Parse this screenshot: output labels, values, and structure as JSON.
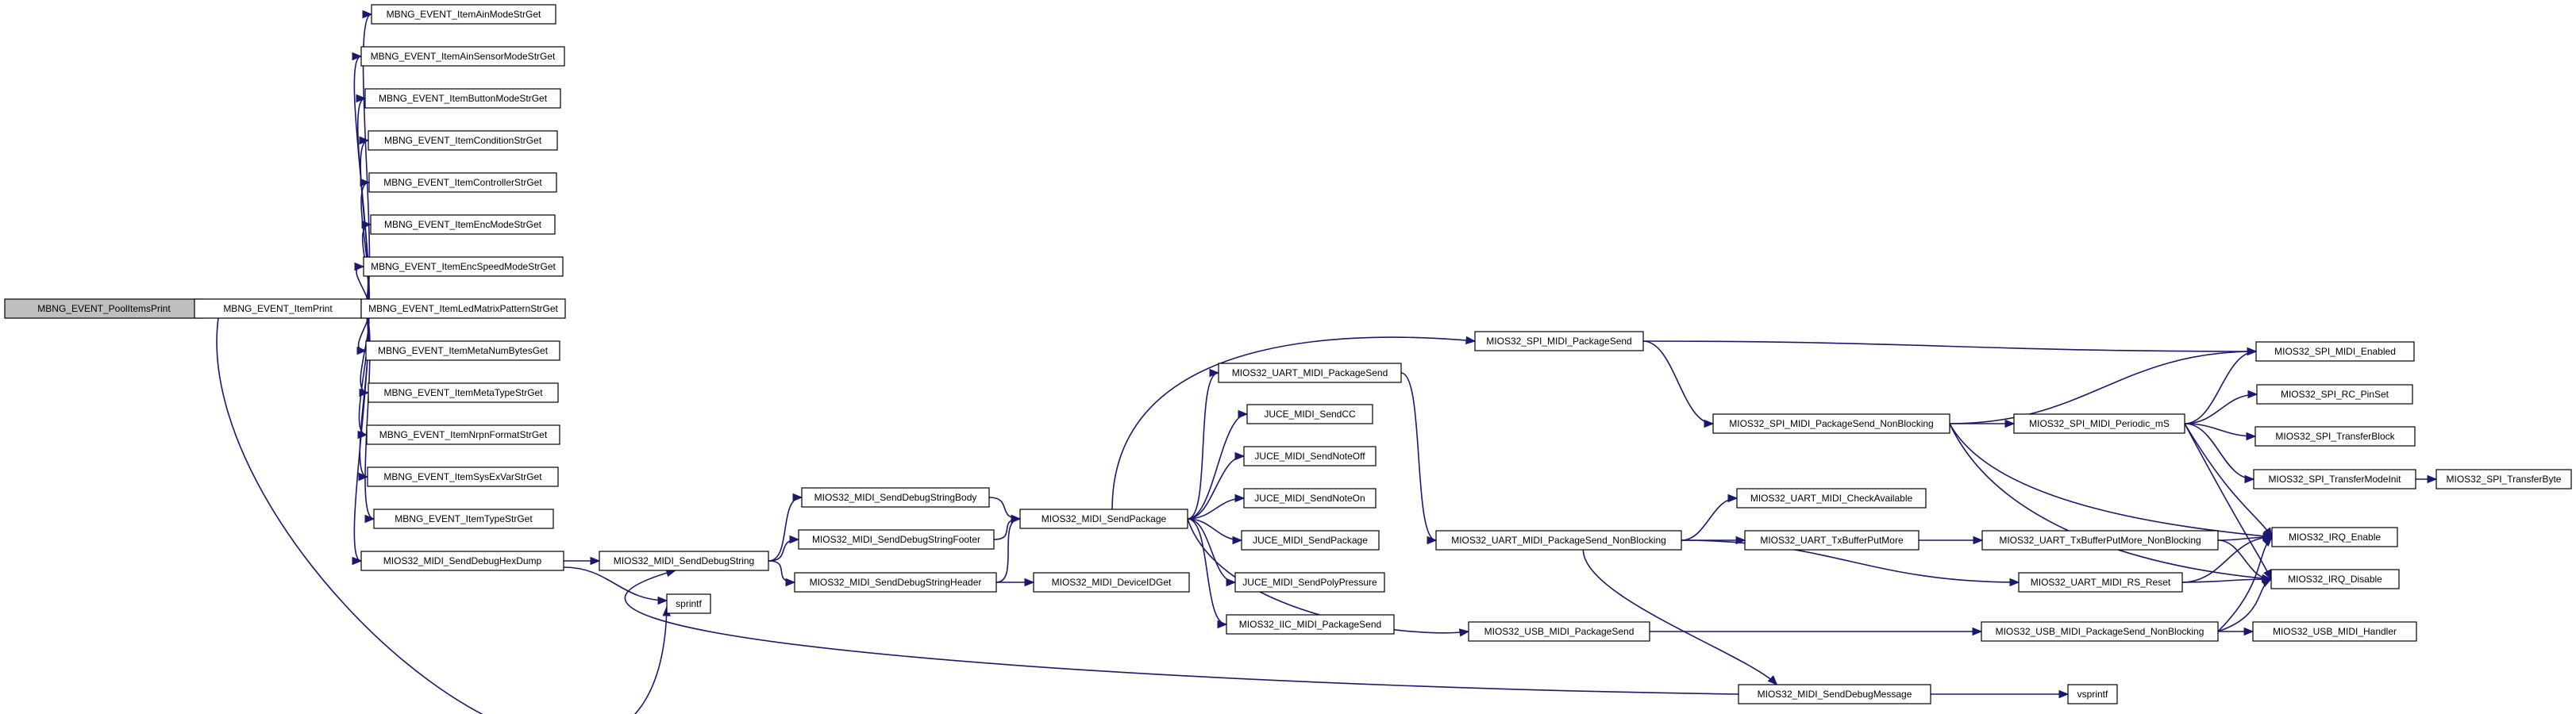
{
  "colors": {
    "edge": "#191970",
    "node_fill": "#ffffff",
    "root_fill": "#bfbfbf",
    "node_border": "#000000"
  },
  "nodes": [
    {
      "id": "root",
      "label": "MBNG_EVENT_PoolItemsPrint"
    },
    {
      "id": "itemprint",
      "label": "MBNG_EVENT_ItemPrint"
    },
    {
      "id": "ainmode",
      "label": "MBNG_EVENT_ItemAinModeStrGet"
    },
    {
      "id": "ainsensor",
      "label": "MBNG_EVENT_ItemAinSensorModeStrGet"
    },
    {
      "id": "buttonmode",
      "label": "MBNG_EVENT_ItemButtonModeStrGet"
    },
    {
      "id": "condition",
      "label": "MBNG_EVENT_ItemConditionStrGet"
    },
    {
      "id": "controller",
      "label": "MBNG_EVENT_ItemControllerStrGet"
    },
    {
      "id": "encmode",
      "label": "MBNG_EVENT_ItemEncModeStrGet"
    },
    {
      "id": "encspeed",
      "label": "MBNG_EVENT_ItemEncSpeedModeStrGet"
    },
    {
      "id": "ledmatrix",
      "label": "MBNG_EVENT_ItemLedMatrixPatternStrGet"
    },
    {
      "id": "metanum",
      "label": "MBNG_EVENT_ItemMetaNumBytesGet"
    },
    {
      "id": "metatype",
      "label": "MBNG_EVENT_ItemMetaTypeStrGet"
    },
    {
      "id": "nrpn",
      "label": "MBNG_EVENT_ItemNrpnFormatStrGet"
    },
    {
      "id": "sysexvar",
      "label": "MBNG_EVENT_ItemSysExVarStrGet"
    },
    {
      "id": "typestr",
      "label": "MBNG_EVENT_ItemTypeStrGet"
    },
    {
      "id": "hexdump",
      "label": "MIOS32_MIDI_SendDebugHexDump"
    },
    {
      "id": "sprintf",
      "label": "sprintf"
    },
    {
      "id": "dbgstring",
      "label": "MIOS32_MIDI_SendDebugString"
    },
    {
      "id": "dbgbody",
      "label": "MIOS32_MIDI_SendDebugStringBody"
    },
    {
      "id": "dbgfooter",
      "label": "MIOS32_MIDI_SendDebugStringFooter"
    },
    {
      "id": "dbgheader",
      "label": "MIOS32_MIDI_SendDebugStringHeader"
    },
    {
      "id": "sendpackage",
      "label": "MIOS32_MIDI_SendPackage"
    },
    {
      "id": "deviceid",
      "label": "MIOS32_MIDI_DeviceIDGet"
    },
    {
      "id": "uartsend",
      "label": "MIOS32_UART_MIDI_PackageSend"
    },
    {
      "id": "juce_cc",
      "label": "JUCE_MIDI_SendCC"
    },
    {
      "id": "juce_noteoff",
      "label": "JUCE_MIDI_SendNoteOff"
    },
    {
      "id": "juce_noteon",
      "label": "JUCE_MIDI_SendNoteOn"
    },
    {
      "id": "juce_package",
      "label": "JUCE_MIDI_SendPackage"
    },
    {
      "id": "juce_poly",
      "label": "JUCE_MIDI_SendPolyPressure"
    },
    {
      "id": "iic_send",
      "label": "MIOS32_IIC_MIDI_PackageSend"
    },
    {
      "id": "spi_send",
      "label": "MIOS32_SPI_MIDI_PackageSend"
    },
    {
      "id": "uart_nb",
      "label": "MIOS32_UART_MIDI_PackageSend_NonBlocking"
    },
    {
      "id": "usb_send",
      "label": "MIOS32_USB_MIDI_PackageSend"
    },
    {
      "id": "dbgmessage",
      "label": "MIOS32_MIDI_SendDebugMessage"
    },
    {
      "id": "spi_nb",
      "label": "MIOS32_SPI_MIDI_PackageSend_NonBlocking"
    },
    {
      "id": "uart_checkavail",
      "label": "MIOS32_UART_MIDI_CheckAvailable"
    },
    {
      "id": "uart_txput",
      "label": "MIOS32_UART_TxBufferPutMore"
    },
    {
      "id": "spi_periodic",
      "label": "MIOS32_SPI_MIDI_Periodic_mS"
    },
    {
      "id": "uart_txput_nb",
      "label": "MIOS32_UART_TxBufferPutMore_NonBlocking"
    },
    {
      "id": "uart_rsreset",
      "label": "MIOS32_UART_MIDI_RS_Reset"
    },
    {
      "id": "usb_nb",
      "label": "MIOS32_USB_MIDI_PackageSend_NonBlocking"
    },
    {
      "id": "vsprintf",
      "label": "vsprintf"
    },
    {
      "id": "spi_enabled",
      "label": "MIOS32_SPI_MIDI_Enabled"
    },
    {
      "id": "spi_rcpin",
      "label": "MIOS32_SPI_RC_PinSet"
    },
    {
      "id": "spi_transferblock",
      "label": "MIOS32_SPI_TransferBlock"
    },
    {
      "id": "spi_transfermodeinit",
      "label": "MIOS32_SPI_TransferModeInit"
    },
    {
      "id": "irq_enable",
      "label": "MIOS32_IRQ_Enable"
    },
    {
      "id": "irq_disable",
      "label": "MIOS32_IRQ_Disable"
    },
    {
      "id": "usb_handler",
      "label": "MIOS32_USB_MIDI_Handler"
    },
    {
      "id": "spi_transferbyte",
      "label": "MIOS32_SPI_TransferByte"
    }
  ],
  "edges": [
    [
      "root",
      "itemprint"
    ],
    [
      "itemprint",
      "ainmode"
    ],
    [
      "itemprint",
      "ainsensor"
    ],
    [
      "itemprint",
      "buttonmode"
    ],
    [
      "itemprint",
      "condition"
    ],
    [
      "itemprint",
      "controller"
    ],
    [
      "itemprint",
      "encmode"
    ],
    [
      "itemprint",
      "encspeed"
    ],
    [
      "itemprint",
      "ledmatrix"
    ],
    [
      "itemprint",
      "metanum"
    ],
    [
      "itemprint",
      "metatype"
    ],
    [
      "itemprint",
      "nrpn"
    ],
    [
      "itemprint",
      "sysexvar"
    ],
    [
      "itemprint",
      "typestr"
    ],
    [
      "itemprint",
      "hexdump"
    ],
    [
      "itemprint",
      "sprintf"
    ],
    [
      "hexdump",
      "dbgstring"
    ],
    [
      "hexdump",
      "sprintf"
    ],
    [
      "dbgstring",
      "dbgbody"
    ],
    [
      "dbgstring",
      "dbgfooter"
    ],
    [
      "dbgstring",
      "dbgheader"
    ],
    [
      "dbgbody",
      "sendpackage"
    ],
    [
      "dbgfooter",
      "sendpackage"
    ],
    [
      "dbgheader",
      "sendpackage"
    ],
    [
      "dbgheader",
      "deviceid"
    ],
    [
      "sendpackage",
      "spi_send"
    ],
    [
      "sendpackage",
      "uartsend"
    ],
    [
      "sendpackage",
      "juce_cc"
    ],
    [
      "sendpackage",
      "juce_noteoff"
    ],
    [
      "sendpackage",
      "juce_noteon"
    ],
    [
      "sendpackage",
      "juce_package"
    ],
    [
      "sendpackage",
      "juce_poly"
    ],
    [
      "sendpackage",
      "iic_send"
    ],
    [
      "sendpackage",
      "usb_send"
    ],
    [
      "uartsend",
      "uart_nb"
    ],
    [
      "spi_send",
      "spi_enabled"
    ],
    [
      "spi_send",
      "spi_nb"
    ],
    [
      "spi_nb",
      "spi_enabled"
    ],
    [
      "spi_nb",
      "spi_periodic"
    ],
    [
      "spi_nb",
      "irq_enable"
    ],
    [
      "spi_nb",
      "irq_disable"
    ],
    [
      "spi_periodic",
      "spi_enabled"
    ],
    [
      "spi_periodic",
      "spi_rcpin"
    ],
    [
      "spi_periodic",
      "spi_transferblock"
    ],
    [
      "spi_periodic",
      "spi_transfermodeinit"
    ],
    [
      "spi_periodic",
      "irq_enable"
    ],
    [
      "spi_periodic",
      "irq_disable"
    ],
    [
      "spi_transfermodeinit",
      "spi_transferbyte"
    ],
    [
      "uart_nb",
      "uart_checkavail"
    ],
    [
      "uart_nb",
      "uart_txput"
    ],
    [
      "uart_nb",
      "uart_rsreset"
    ],
    [
      "uart_nb",
      "dbgmessage"
    ],
    [
      "uart_txput",
      "uart_txput_nb"
    ],
    [
      "uart_txput_nb",
      "irq_enable"
    ],
    [
      "uart_txput_nb",
      "irq_disable"
    ],
    [
      "uart_rsreset",
      "irq_enable"
    ],
    [
      "uart_rsreset",
      "irq_disable"
    ],
    [
      "usb_send",
      "usb_nb"
    ],
    [
      "usb_nb",
      "irq_enable"
    ],
    [
      "usb_nb",
      "irq_disable"
    ],
    [
      "usb_nb",
      "usb_handler"
    ],
    [
      "dbgmessage",
      "vsprintf"
    ],
    [
      "dbgmessage",
      "dbgstring"
    ]
  ]
}
